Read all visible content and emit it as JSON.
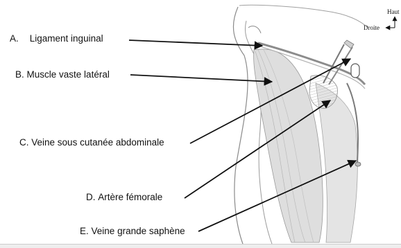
{
  "orientation": {
    "up": "Haut",
    "right": "Droite"
  },
  "labels": [
    {
      "letter": "A.",
      "text": "Ligament inguinal"
    },
    {
      "letter": "B.",
      "text": "Muscle vaste latéral"
    },
    {
      "letter": "C.",
      "text": "Veine sous cutanée abdominale"
    },
    {
      "letter": "D.",
      "text": "Artère fémorale"
    },
    {
      "letter": "E.",
      "text": "Veine grande saphène"
    }
  ],
  "colors": {
    "ink": "#111111",
    "sketch": "#7a7a7a",
    "muscle": "#d9d9d9",
    "shading": "#c4c4c4"
  }
}
